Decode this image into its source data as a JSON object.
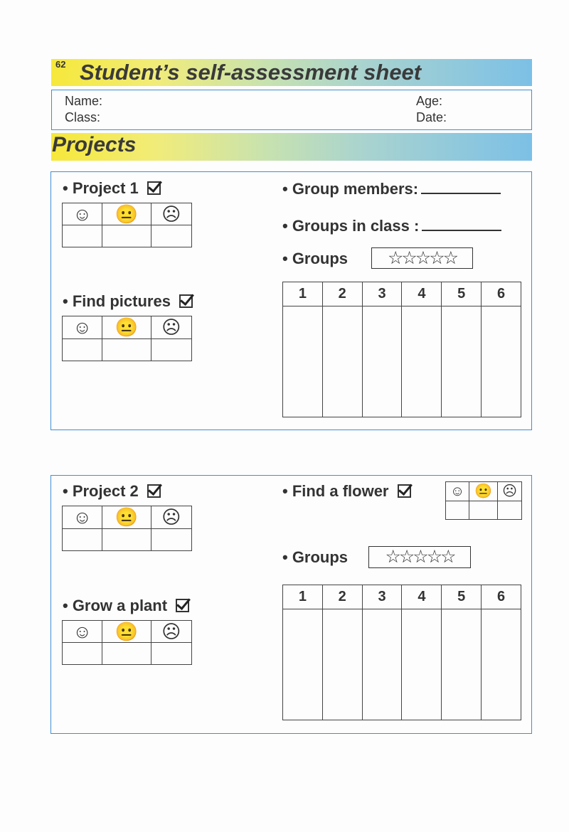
{
  "header": {
    "page_number": "62",
    "title": "Student’s self-assessment sheet"
  },
  "info": {
    "name": "Name:",
    "class": "Class:",
    "age": "Age:",
    "date": "Date:"
  },
  "section_title": "Projects",
  "faces": [
    "☺",
    "😐",
    "☹"
  ],
  "stars": "☆☆☆☆☆",
  "group_numbers": [
    "1",
    "2",
    "3",
    "4",
    "5",
    "6"
  ],
  "box1": {
    "project": "• Project 1",
    "find_pictures": "• Find pictures",
    "group_members": "• Group members:",
    "groups_in_class": "• Groups in class :",
    "groups": "• Groups"
  },
  "box2": {
    "project": "• Project 2",
    "grow_plant": "• Grow a plant",
    "find_flower": "• Find a flower",
    "groups": "• Groups"
  },
  "colors": {
    "border": "#3f8fd0",
    "gradient_start": "#f6e83a",
    "gradient_end": "#7cc0e6"
  }
}
